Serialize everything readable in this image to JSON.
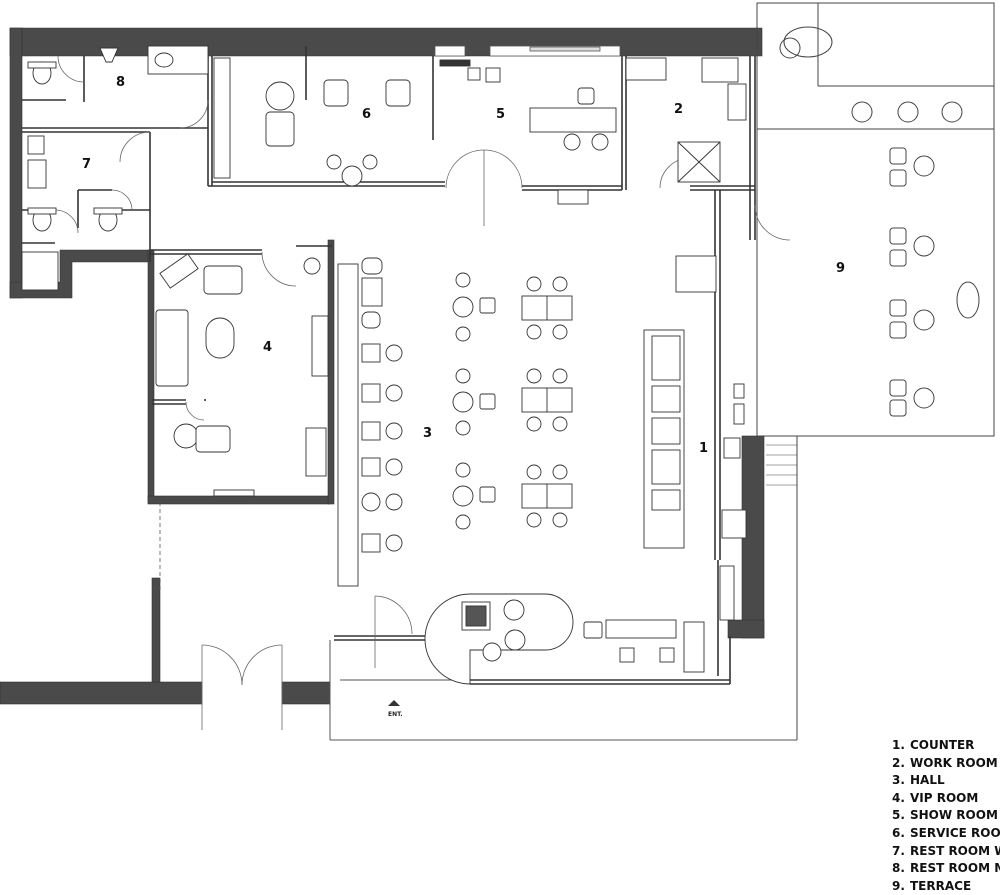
{
  "rooms": [
    {
      "number": "1",
      "name": "COUNTER"
    },
    {
      "number": "2",
      "name": "WORK ROOM"
    },
    {
      "number": "3",
      "name": "HALL"
    },
    {
      "number": "4",
      "name": "VIP ROOM"
    },
    {
      "number": "5",
      "name": "SHOW ROOM"
    },
    {
      "number": "6",
      "name": "SERVICE ROOM"
    },
    {
      "number": "7",
      "name": "REST ROOM W"
    },
    {
      "number": "8",
      "name": "REST ROOM M"
    },
    {
      "number": "9",
      "name": "TERRACE"
    }
  ],
  "entrance_label": "ENT.",
  "colors": {
    "wall": "#4a4a4a",
    "line": "#222222"
  }
}
